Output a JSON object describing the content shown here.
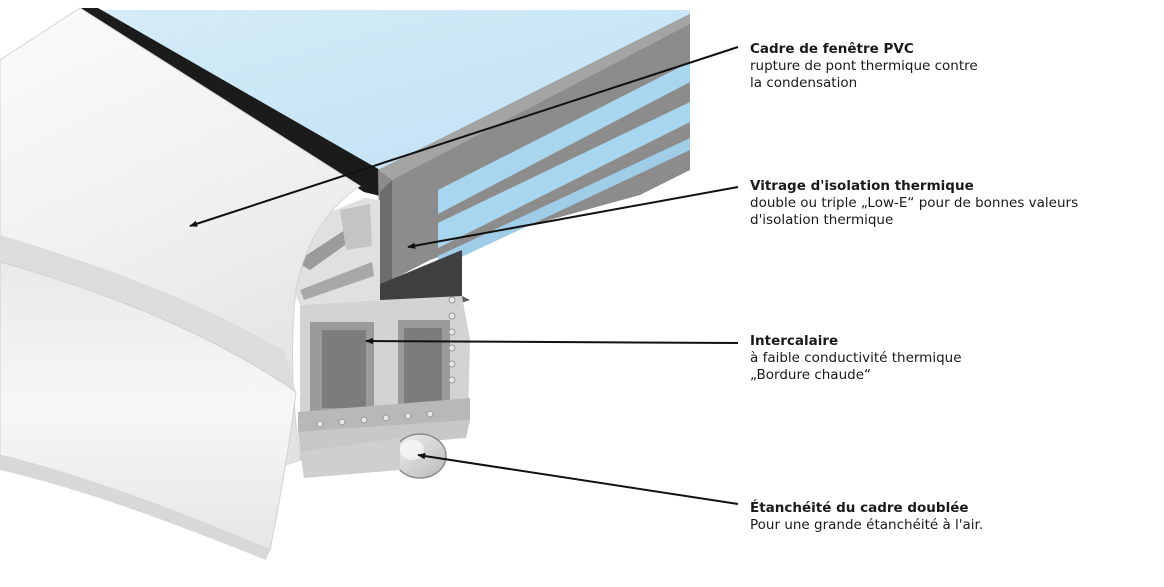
{
  "callouts": [
    {
      "title": "Cadre de fenêtre PVC",
      "desc": [
        "rupture de pont thermique contre",
        "la condensation"
      ]
    },
    {
      "title": "Vitrage d'isolation thermique",
      "desc": [
        "double ou triple „Low-E“  pour de bonnes valeurs",
        "d'isolation thermique"
      ]
    },
    {
      "title": "Intercalaire",
      "desc": [
        "à faible conductivité thermique",
        "„Bordure chaude“"
      ]
    },
    {
      "title": "Étanchéité du cadre doublée",
      "desc": [
        "Pour une grande étanchéité à l'air."
      ]
    }
  ],
  "colors": {
    "glass": "#a9d6ef",
    "frame_dark": "#1b1b1b",
    "frame_gray": "#8c8c8c",
    "leader": "#111111"
  }
}
